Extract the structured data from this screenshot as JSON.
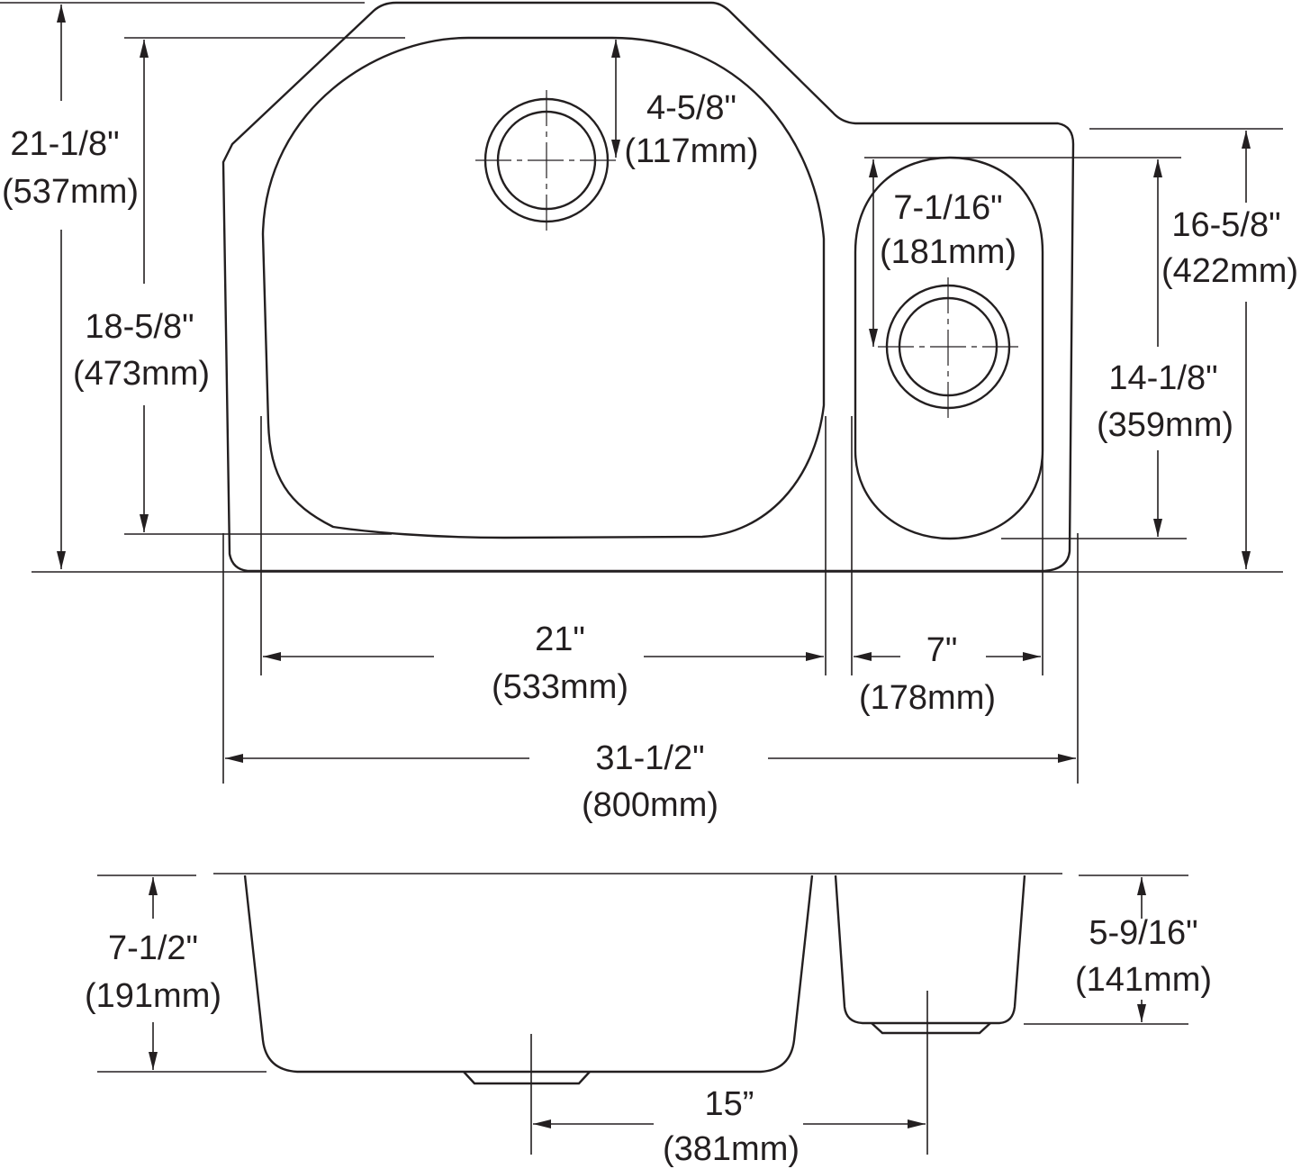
{
  "title": "Double bowl undermount sink dimension drawing",
  "dimensions": {
    "overall_depth": {
      "in": "21-1/8\"",
      "mm": "(537mm)"
    },
    "large_bowl_depth": {
      "in": "18-5/8\"",
      "mm": "(473mm)"
    },
    "drain_offset": {
      "in": "4-5/8\"",
      "mm": "(117mm)"
    },
    "small_drain_offset": {
      "in": "7-1/16\"",
      "mm": "(181mm)"
    },
    "right_depth": {
      "in": "16-5/8\"",
      "mm": "(422mm)"
    },
    "small_bowl_depth": {
      "in": "14-1/8\"",
      "mm": "(359mm)"
    },
    "large_bowl_width": {
      "in": "21\"",
      "mm": "(533mm)"
    },
    "small_bowl_width": {
      "in": "7\"",
      "mm": "(178mm)"
    },
    "overall_width": {
      "in": "31-1/2\"",
      "mm": "(800mm)"
    },
    "large_bowl_height": {
      "in": "7-1/2\"",
      "mm": "(191mm)"
    },
    "small_bowl_height": {
      "in": "5-9/16\"",
      "mm": "(141mm)"
    },
    "drain_spacing": {
      "in": "15”",
      "mm": "(381mm)"
    }
  },
  "colors": {
    "line": "#231f20",
    "background": "#ffffff"
  }
}
